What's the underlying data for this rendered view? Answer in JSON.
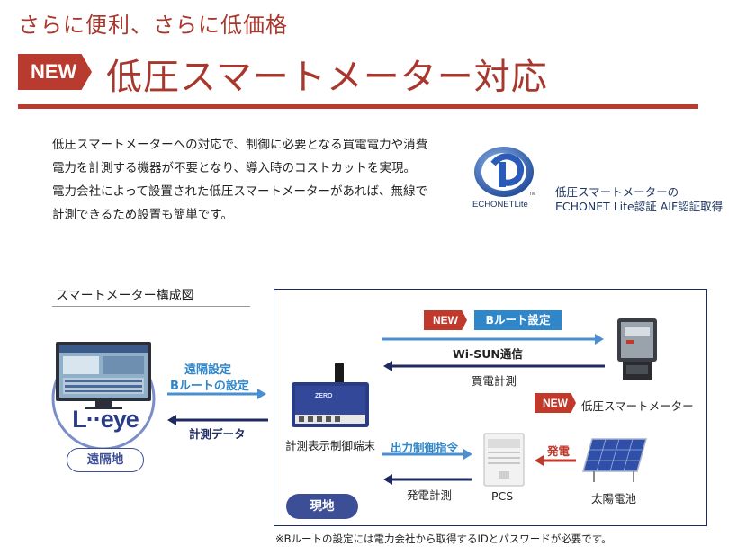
{
  "header": {
    "subtitle": "さらに便利、さらに低価格",
    "badge": "NEW",
    "title": "低圧スマートメーター対応"
  },
  "description": {
    "paragraph1": "低圧スマートメーターへの対応で、制御に必要となる買電電力や消費電力を計測する機器が不要となり、導入時のコストカットを実現。",
    "paragraph2": "電力会社によって設置された低圧スマートメーターがあれば、無線で計測できるため設置も簡単です。"
  },
  "certification": {
    "logo_text": "ECHONETLite",
    "tm": "TM",
    "line1": "低圧スマートメーターの",
    "line2": "ECHONET Lite認証 AIF認証取得"
  },
  "diagram": {
    "title": "スマートメーター構成図",
    "remote": {
      "brand": "L··eye",
      "label": "遠隔地",
      "arrow_to_device_line1": "遠隔設定",
      "arrow_to_device_line2": "Bルートの設定",
      "arrow_from_device": "計測データ"
    },
    "device": {
      "label": "計測表示制御端末",
      "screen_text": "ZERO"
    },
    "meter": {
      "new_tag": "NEW",
      "route_tag": "Bルート設定",
      "wisun": "Wi-SUN通信",
      "buy_power": "買電計測",
      "new_tag2": "NEW",
      "label": "低圧スマートメーター"
    },
    "pcs": {
      "control": "出力制御指令",
      "gen_measure": "発電計測",
      "label": "PCS"
    },
    "solar": {
      "power": "発電",
      "label": "太陽電池"
    },
    "site_label": "現地",
    "colors": {
      "navy": "#1f2a60",
      "blue": "#2f86c9",
      "red": "#c0392b",
      "brand_red": "#b93a2e"
    }
  },
  "note": "※Bルートの設定には電力会社から取得するIDとパスワードが必要です。"
}
